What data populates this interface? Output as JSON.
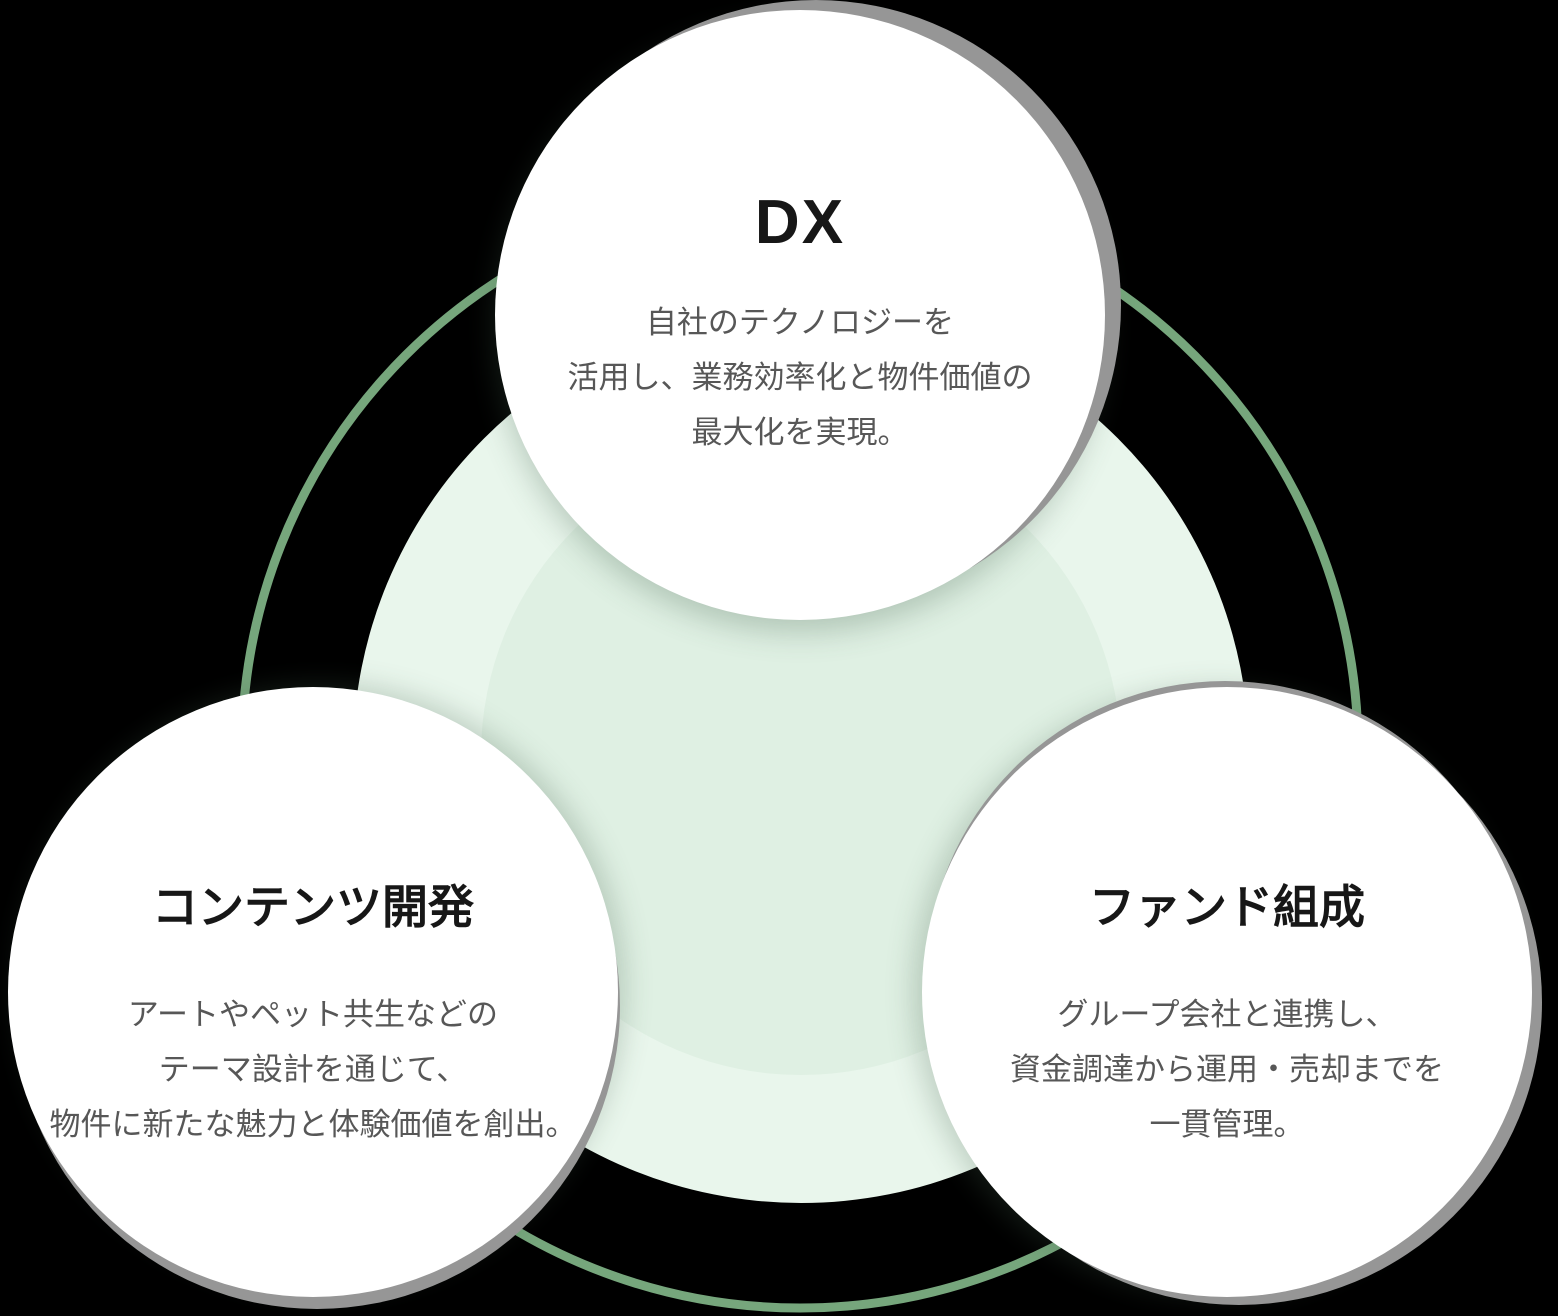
{
  "diagram": {
    "background": "#000000",
    "colors": {
      "ring": "#76a67c",
      "disc_outer": "#e9f6ec",
      "disc_inner": "#dff0e3",
      "circle_fill": "#ffffff",
      "rim_gray": "#969696",
      "title_text": "#171717",
      "body_text": "#575757"
    },
    "circles": [
      {
        "id": "dx",
        "title": "DX",
        "lines": [
          "自社のテクノロジーを",
          "活用し、業務効率化と物件価値の",
          "最大化を実現。"
        ]
      },
      {
        "id": "content-dev",
        "title": "コンテンツ開発",
        "lines": [
          "アートやペット共生などの",
          "テーマ設計を通じて、",
          "物件に新たな魅力と体験価値を創出。"
        ]
      },
      {
        "id": "fund",
        "title": "ファンド組成",
        "lines": [
          "グループ会社と連携し、",
          "資金調達から運用・売却までを",
          "一貫管理。"
        ]
      }
    ]
  }
}
